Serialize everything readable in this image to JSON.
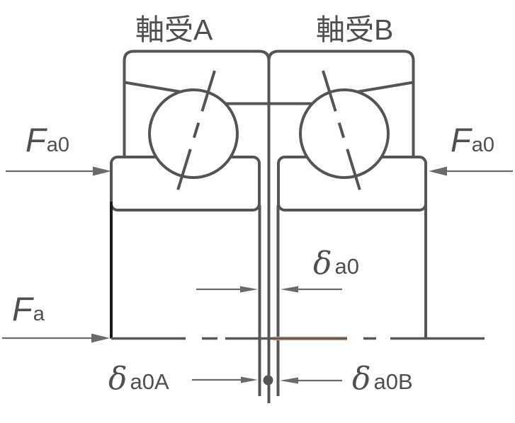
{
  "diagram_title": "duplex-bearing-axial-preload-diagram",
  "labels": {
    "bearing_a": "軸受A",
    "bearing_b": "軸受B",
    "fa0_left": {
      "symbol": "F",
      "sub": "a0"
    },
    "fa0_right": {
      "symbol": "F",
      "sub": "a0"
    },
    "fa": {
      "symbol": "F",
      "sub": "a"
    },
    "delta_a0": {
      "symbol": "δ",
      "sub": "a0"
    },
    "delta_a0A": {
      "symbol": "δ",
      "sub": "a0A"
    },
    "delta_a0B": {
      "symbol": "δ",
      "sub": "a0B"
    }
  },
  "colors": {
    "outline_gray": "#545454",
    "arrow_gray": "#6a6a6a",
    "clamp_black": "#1a1a1a",
    "centerline_red_tint": "#bc9b8f",
    "text_gray": "#4f4f4f",
    "background": "#ffffff"
  }
}
